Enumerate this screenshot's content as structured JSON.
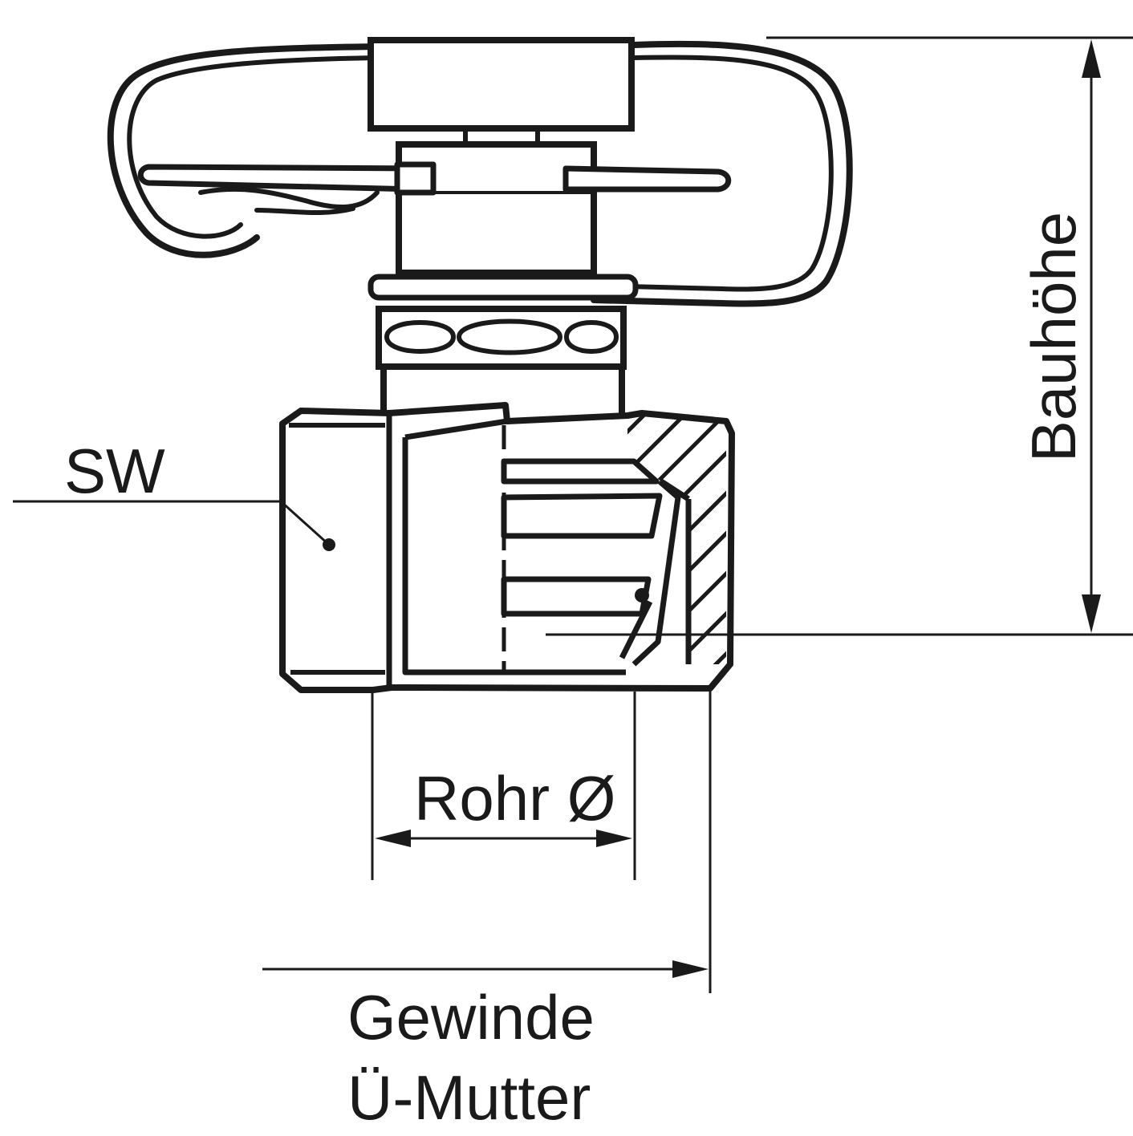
{
  "labels": {
    "sw": "SW",
    "rohr": "Rohr Ø",
    "gewinde": "Gewinde",
    "ue_mutter": "Ü-Mutter",
    "bauhoehe": "Bauhöhe"
  },
  "colors": {
    "ink": "#1a1a1a",
    "background": "#ffffff"
  }
}
